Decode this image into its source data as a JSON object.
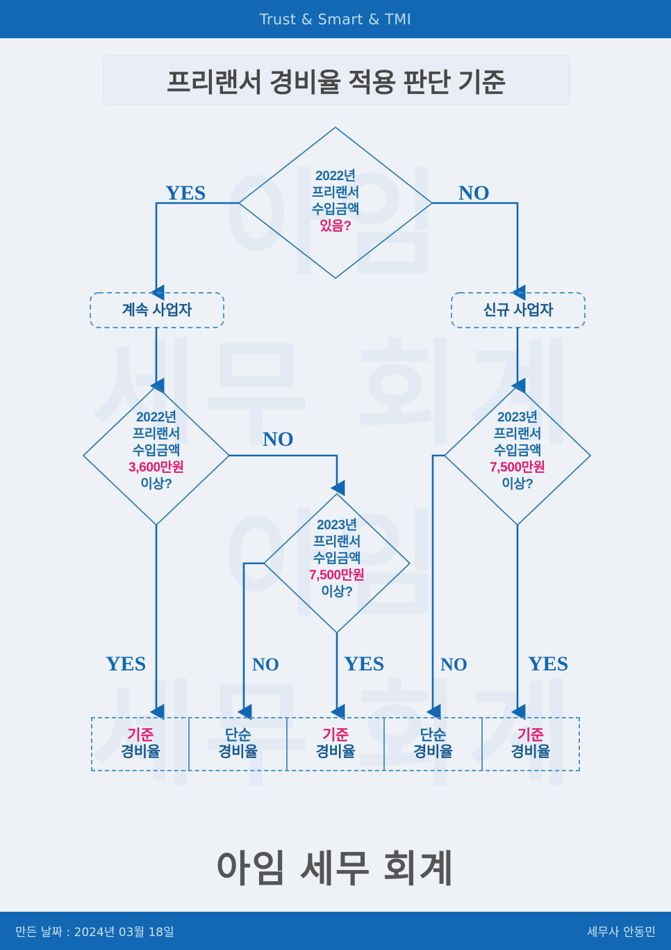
{
  "header": {
    "tagline": "Trust & Smart & TMI",
    "bar_color": "#1268b3"
  },
  "title": {
    "text": "프리랜서 경비율 적용 판단 기준"
  },
  "watermark": {
    "line1": "아임",
    "line2": "세무 회계",
    "line3": "아임",
    "line4": "세무 회계"
  },
  "colors": {
    "accent_blue": "#1268b3",
    "node_blue": "#1a6ba6",
    "highlight_pink": "#e3196e",
    "background": "#eef2f7",
    "dark_text": "#474747"
  },
  "flow": {
    "nodes": {
      "q1": {
        "type": "decision",
        "line1": "2022년",
        "line2": "프리랜서",
        "line3": "수입금액",
        "line4": "있음?"
      },
      "p_continuing": {
        "type": "process",
        "label": "계속 사업자"
      },
      "p_new": {
        "type": "process",
        "label": "신규 사업자"
      },
      "q2_left": {
        "type": "decision",
        "line1": "2022년",
        "line2": "프리랜서",
        "line3": "수입금액",
        "line4": "3,600만원",
        "line5": "이상?"
      },
      "q3_center": {
        "type": "decision",
        "line1": "2023년",
        "line2": "프리랜서",
        "line3": "수입금액",
        "line4": "7,500만원",
        "line5": "이상?"
      },
      "q4_right": {
        "type": "decision",
        "line1": "2023년",
        "line2": "프리랜서",
        "line3": "수입금액",
        "line4": "7,500만원",
        "line5": "이상?"
      }
    },
    "branch_labels": {
      "top_yes": "YES",
      "top_no": "NO",
      "left_no": "NO",
      "b1": "YES",
      "b2": "NO",
      "b3": "YES",
      "b4": "NO",
      "b5": "YES"
    }
  },
  "results": [
    {
      "line1": "기준",
      "line2": "경비율",
      "kind": "standard"
    },
    {
      "line1": "단순",
      "line2": "경비율",
      "kind": "simple"
    },
    {
      "line1": "기준",
      "line2": "경비율",
      "kind": "standard"
    },
    {
      "line1": "단순",
      "line2": "경비율",
      "kind": "simple"
    },
    {
      "line1": "기준",
      "line2": "경비율",
      "kind": "standard"
    }
  ],
  "brand": {
    "name": "아임 세무 회계"
  },
  "footer": {
    "created": "만든 날짜 : 2024년 03월 18일",
    "author": "세무사  안동민"
  }
}
